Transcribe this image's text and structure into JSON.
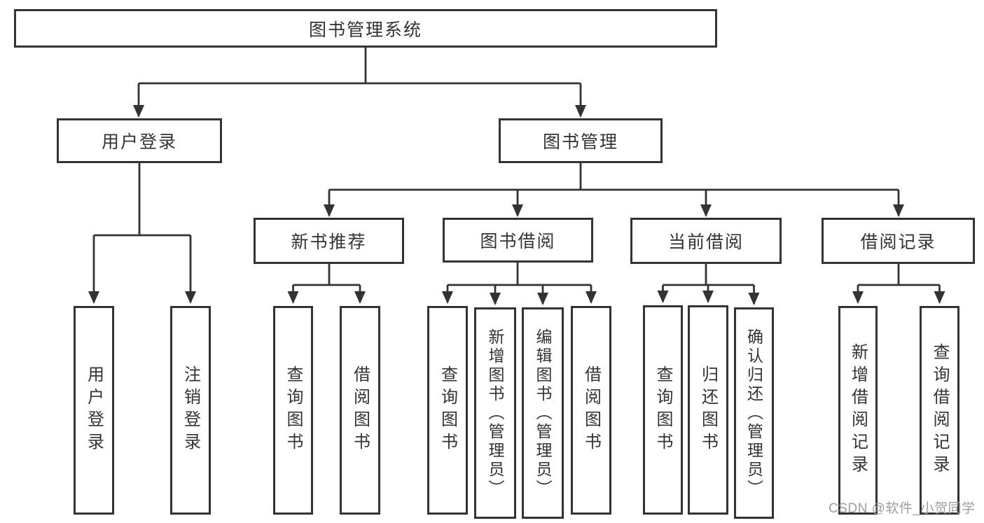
{
  "nodes": {
    "root": "图书管理系统",
    "user_login": "用户登录",
    "book_management": "图书管理",
    "new_book_recommend": "新书推荐",
    "book_borrow": "图书借阅",
    "current_borrow": "当前借阅",
    "borrow_record": "借阅记录",
    "leaf_user_login": "用户登录",
    "leaf_logout": "注销登录",
    "leaf_query_book_recommend": "查询图书",
    "leaf_borrow_book_recommend": "借阅图书",
    "leaf_query_book_borrow": "查询图书",
    "leaf_add_book_admin": "新增图书（管理员）",
    "leaf_edit_book_admin": "编辑图书（管理员）",
    "leaf_borrow_book_borrow": "借阅图书",
    "leaf_query_book_current": "查询图书",
    "leaf_return_book": "归还图书",
    "leaf_confirm_return_admin": "确认归还（管理员）",
    "leaf_add_borrow_record": "新增借阅记录",
    "leaf_query_borrow_record": "查询借阅记录"
  },
  "watermark": {
    "text": "CSDN @软件_小贺同学"
  },
  "colors": {
    "line": "#333333",
    "box_border": "#333333",
    "text": "#333333",
    "background": "#ffffff",
    "watermark_text": "#9e9e9e"
  }
}
